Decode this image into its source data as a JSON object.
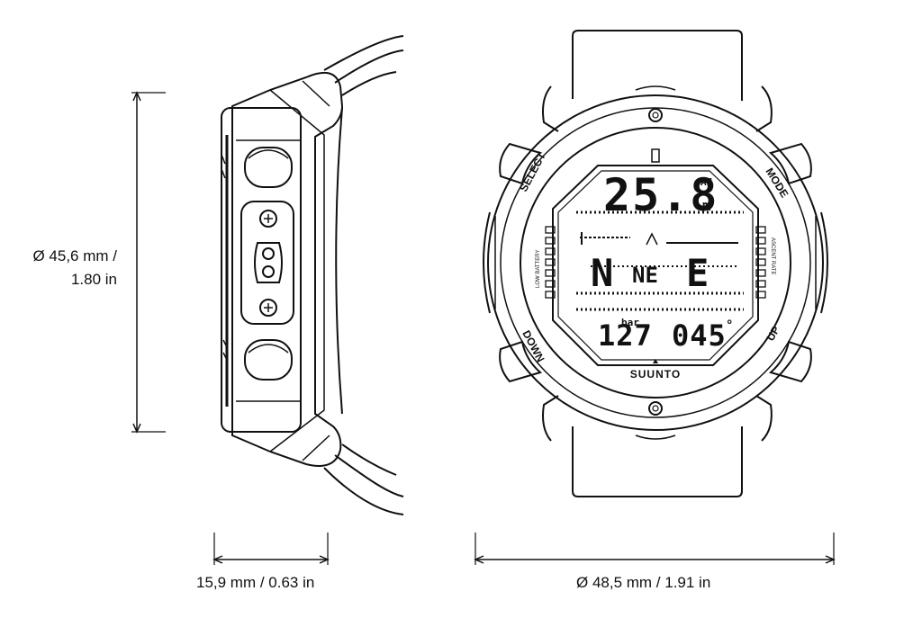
{
  "dimensions": {
    "height_line1": "Ø 45,6 mm /",
    "height_line2": "1.80 in",
    "thickness": "15,9 mm / 0.63 in",
    "diameter": "Ø 48,5 mm / 1.91 in"
  },
  "watch": {
    "buttons": {
      "top_left": "SELECT",
      "top_right": "MODE",
      "bottom_left": "DOWN",
      "bottom_right": "UP"
    },
    "bezel_left": "LOW BATTERY",
    "bezel_right": "ASCENT RATE",
    "brand": "SUUNTO",
    "display": {
      "depth": "25.8",
      "depth_unit": "m",
      "depth_flag": "AC",
      "compass": [
        "N",
        "NE",
        "E"
      ],
      "pressure": "127",
      "pressure_unit": "bar",
      "heading": "045",
      "heading_unit": "°"
    }
  },
  "colors": {
    "line": "#111111",
    "background": "#ffffff"
  }
}
